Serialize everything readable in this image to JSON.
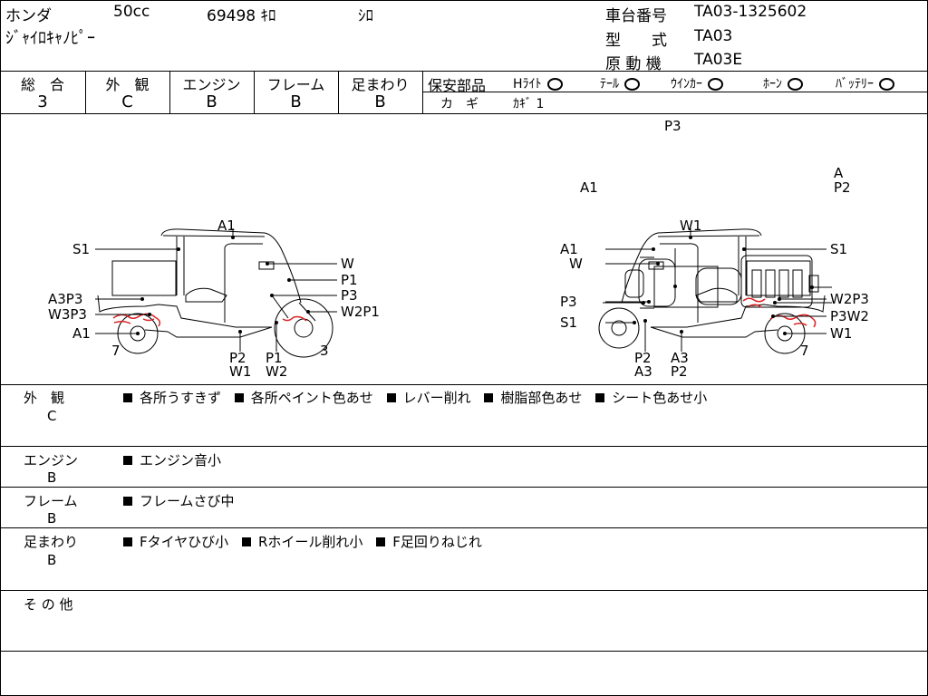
{
  "header": {
    "maker": "ホンダ",
    "displacement": "50cc",
    "mileage": "69498",
    "mileage_unit": "ｷﾛ",
    "color": "ｼﾛ",
    "model_name": "ｼﾞｬｲﾛｷｬﾉﾋﾟｰ",
    "chassis_label": "車台番号",
    "chassis_value": "TA03-1325602",
    "type_label": "型　　式",
    "type_value": "TA03",
    "engine_label": "原 動 機",
    "engine_value": "TA03E"
  },
  "grades": {
    "headers": [
      "総　合",
      "外　観",
      "エンジン",
      "フレーム",
      "足まわり"
    ],
    "values": [
      "3",
      "C",
      "B",
      "B",
      "B"
    ]
  },
  "safety": {
    "label": "保安部品",
    "items": [
      "Hﾗｲﾄ",
      "ﾃｰﾙ",
      "ｳｲﾝｶｰ",
      "ﾎｰﾝ",
      "ﾊﾞｯﾃﾘｰ"
    ],
    "key_label": "カ　ギ",
    "key_value": "ｶｷﾞ 1"
  },
  "diagram": {
    "top": [
      "P3",
      "A1",
      "A",
      "P2"
    ],
    "left": [
      "A1",
      "S1",
      "W",
      "P1",
      "A3P3",
      "P3",
      "W3P3",
      "W2P1",
      "A1",
      "7",
      "P2",
      "W1",
      "P1",
      "W2",
      "3"
    ],
    "right": [
      "W1",
      "A1",
      "S1",
      "W",
      "P3",
      "W2P3",
      "S1",
      "P3W2",
      "W1",
      "7",
      "P2",
      "A3",
      "A3",
      "P2"
    ]
  },
  "remarks": [
    {
      "title": "外　観",
      "grade": "C",
      "items": [
        "各所うすきず",
        "各所ペイント色あせ",
        "レバー削れ",
        "樹脂部色あせ",
        "シート色あせ小"
      ]
    },
    {
      "title": "エンジン",
      "grade": "B",
      "items": [
        "エンジン音小"
      ]
    },
    {
      "title": "フレーム",
      "grade": "B",
      "items": [
        "フレームさび中"
      ]
    },
    {
      "title": "足まわり",
      "grade": "B",
      "items": [
        "Fタイヤひび小",
        "Rホイール削れ小",
        "F足回りねじれ"
      ]
    },
    {
      "title": "そ の 他",
      "grade": "",
      "items": []
    }
  ]
}
